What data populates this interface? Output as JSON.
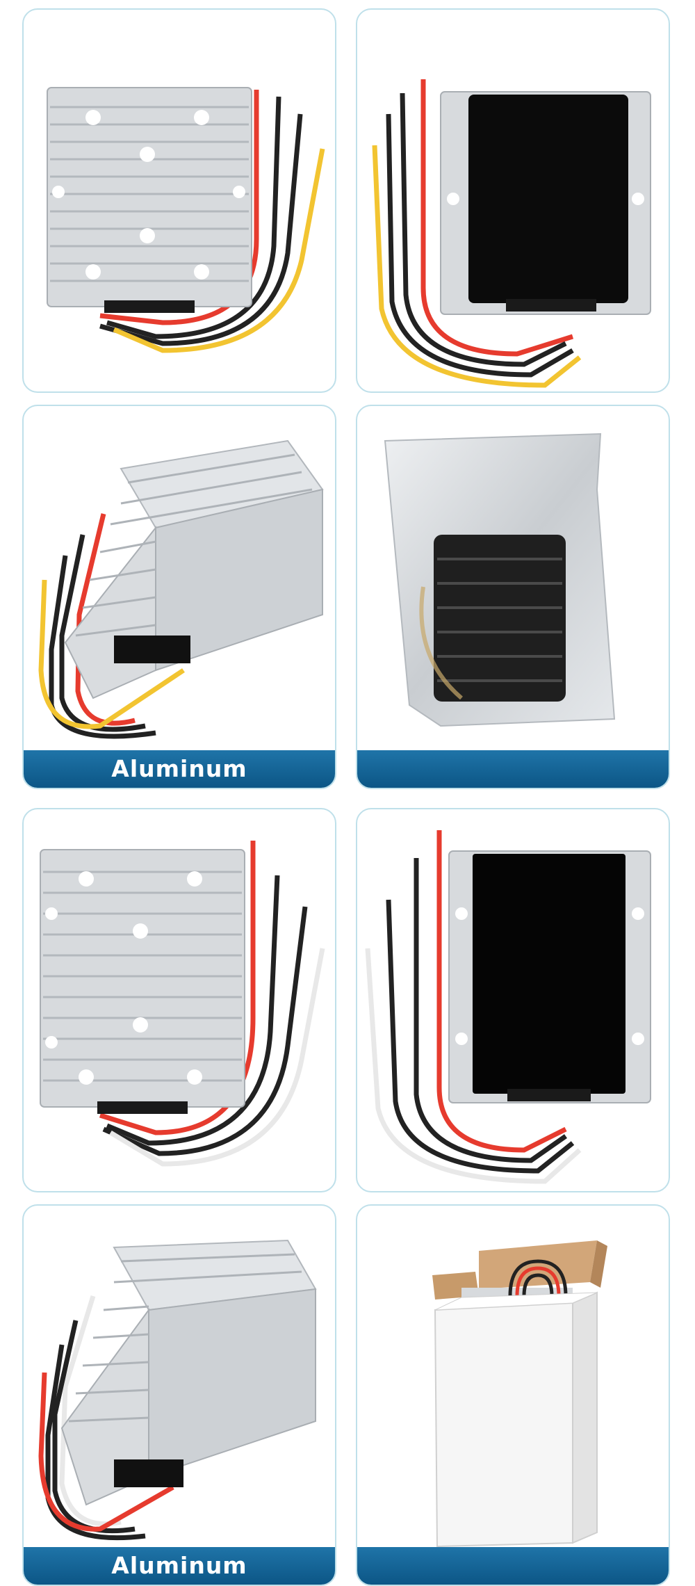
{
  "panels": [
    {
      "id": "p1",
      "subject": "silver-front-yellow-wires"
    },
    {
      "id": "p2",
      "subject": "black-back-yellow-wires"
    },
    {
      "id": "p3",
      "subject": "silver-angle-yellow-wires",
      "banner": "Aluminum"
    },
    {
      "id": "p4",
      "subject": "sealed-bag",
      "banner": ""
    },
    {
      "id": "p5",
      "subject": "silver-front-white-wires"
    },
    {
      "id": "p6",
      "subject": "black-back-white-wires"
    },
    {
      "id": "p7",
      "subject": "silver-angle-white-wires",
      "banner": "Aluminum"
    },
    {
      "id": "p8",
      "subject": "retail-box",
      "banner": ""
    }
  ],
  "colors": {
    "card_border": "#bfe0ea",
    "banner": "#115e8f",
    "aluminum": "#d7dadd",
    "wire_red": "#e63b2e",
    "wire_black": "#222222",
    "wire_yellow": "#f2c431",
    "wire_white": "#eeeeee"
  }
}
